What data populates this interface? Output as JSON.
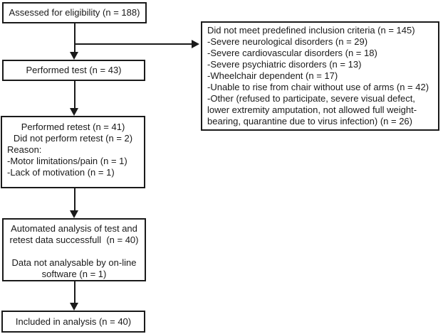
{
  "colors": {
    "background": "#ffffff",
    "border": "#1a1a1a",
    "text": "#1a1a1a"
  },
  "flowchart": {
    "assessed": {
      "lines": [
        "Assessed for eligibility (n = 188)"
      ]
    },
    "excluded": {
      "lines": [
        "Did not meet predefined inclusion criteria (n = 145)",
        "-Severe neurological disorders (n = 29)",
        "-Severe cardiovascular disorders (n = 18)",
        "-Severe psychiatric disorders (n = 13)",
        "-Wheelchair dependent (n = 17)",
        "-Unable to rise from chair without use of arms (n = 42)",
        "-Other (refused to participate, severe visual defect,",
        "lower extremity amputation, not allowed full weight-",
        "bearing, quarantine due to virus infection) (n = 26)"
      ]
    },
    "performed_test": {
      "lines": [
        "Performed test (n = 43)"
      ]
    },
    "retest": {
      "lines": [
        "Performed retest (n = 41)",
        "Did not perform retest (n = 2)",
        "Reason:",
        "-Motor limitations/pain (n = 1)",
        "-Lack of motivation (n = 1)"
      ]
    },
    "analysis": {
      "lines": [
        "Automated analysis of test and",
        "retest data successfull  (n = 40)",
        "",
        "Data not analysable by on-line",
        "software (n = 1)"
      ]
    },
    "included": {
      "lines": [
        "Included in analysis (n = 40)"
      ]
    }
  }
}
